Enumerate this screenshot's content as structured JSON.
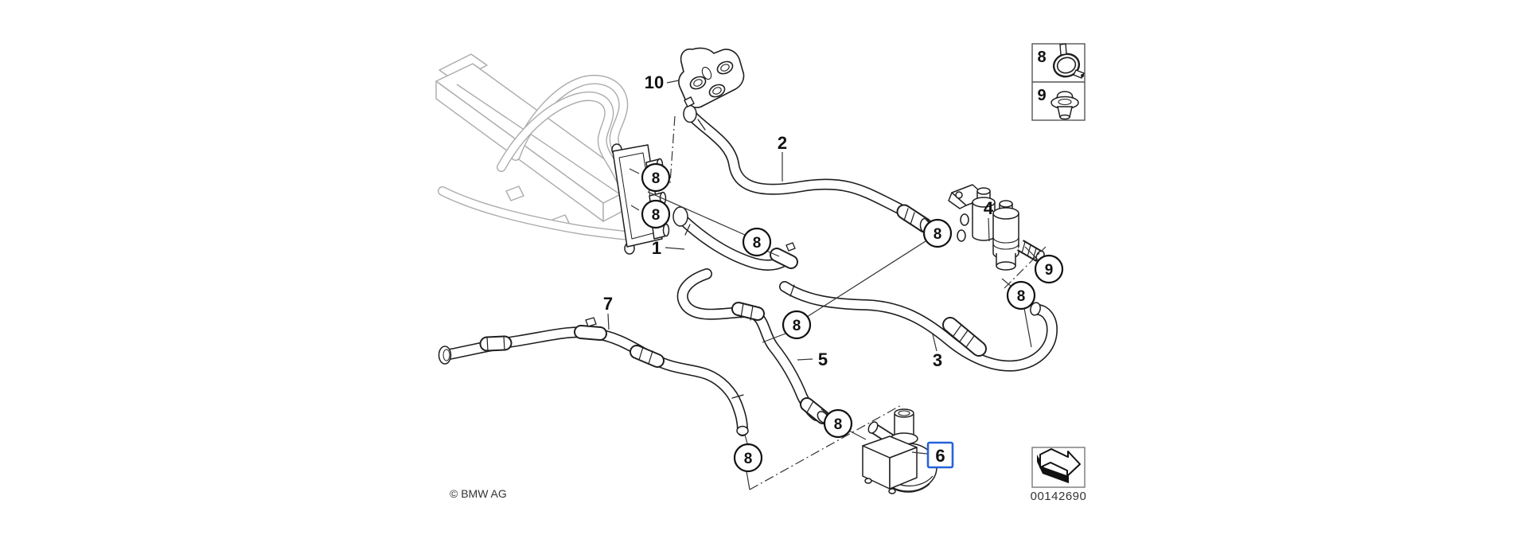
{
  "colors": {
    "background": "#ffffff",
    "line": "#1f1f1f",
    "light_line": "#ababab",
    "highlight": "#2563d9"
  },
  "part_labels": [
    {
      "number": "1"
    },
    {
      "number": "2"
    },
    {
      "number": "3"
    },
    {
      "number": "4"
    },
    {
      "number": "5"
    },
    {
      "number": "6",
      "selected": true
    },
    {
      "number": "7"
    },
    {
      "number": "10"
    }
  ],
  "callouts": [
    {
      "number": "8"
    },
    {
      "number": "8"
    },
    {
      "number": "8"
    },
    {
      "number": "8"
    },
    {
      "number": "8"
    },
    {
      "number": "8"
    },
    {
      "number": "9"
    },
    {
      "number": "8"
    },
    {
      "number": "8"
    }
  ],
  "legend": {
    "rows": [
      {
        "number": "8",
        "icon": "hose-clamp-icon"
      },
      {
        "number": "9",
        "icon": "grommet-icon"
      }
    ]
  },
  "stamp": {
    "number": "00142690",
    "icon": "page-turn-arrow-icon"
  },
  "footer": {
    "copyright": "© BMW AG"
  }
}
